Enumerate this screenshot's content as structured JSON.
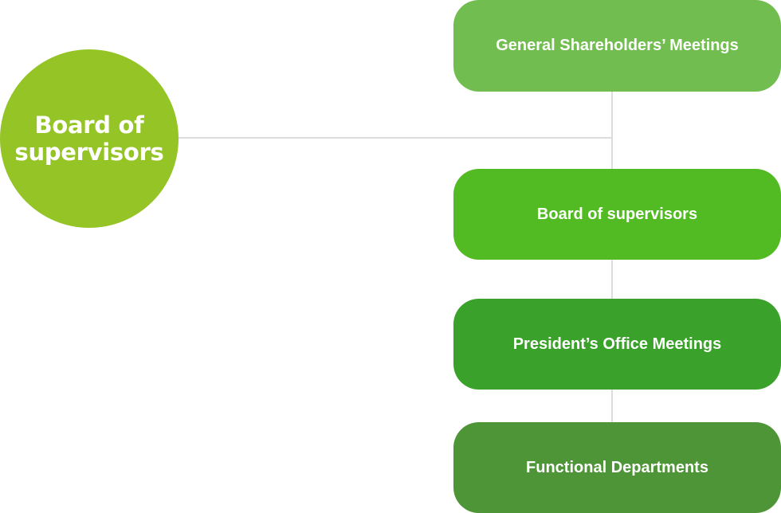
{
  "diagram": {
    "focus_node": {
      "label": "Board of supervisors",
      "color": "#94c425"
    },
    "nodes": [
      {
        "label": "General Shareholders’ Meetings",
        "color": "#72bd50"
      },
      {
        "label": "Board of supervisors",
        "color": "#52ba22"
      },
      {
        "label": "President’s Office Meetings",
        "color": "#3aa22a"
      },
      {
        "label": "Functional Departments",
        "color": "#4e9537"
      }
    ],
    "connector_color": "#dcdcdc"
  }
}
